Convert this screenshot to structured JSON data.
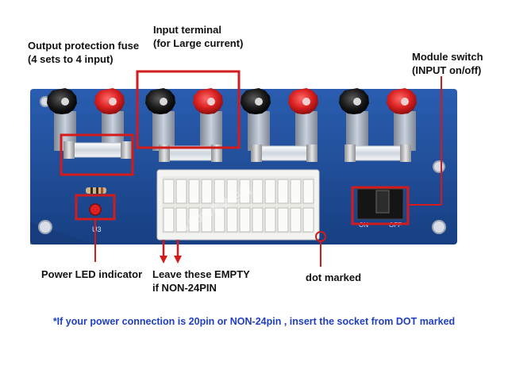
{
  "labels": {
    "input_terminal": [
      "Input terminal",
      "(for Large current)"
    ],
    "output_fuse": [
      "Output protection fuse",
      "(4 sets to 4 input)"
    ],
    "module_switch": [
      "Module switch",
      "(INPUT on/off)"
    ],
    "power_led": "Power LED indicator",
    "leave_empty": [
      "Leave these EMPTY",
      "if NON-24PIN"
    ],
    "dot_marked": "dot marked"
  },
  "footnote": "*If your power connection is 20pin or NON-24pin , insert the socket from DOT marked",
  "board_text": {
    "led_ref": "U3",
    "switch_on": "ON",
    "switch_off": "OFF"
  },
  "watermark": "100%实物拍摄",
  "colors": {
    "board": "#1f4e9c",
    "highlight": "#d31b1b",
    "note_text": "#1f3fbf",
    "terminal_red": "#d81f1f",
    "terminal_black": "#1b1b1b"
  }
}
